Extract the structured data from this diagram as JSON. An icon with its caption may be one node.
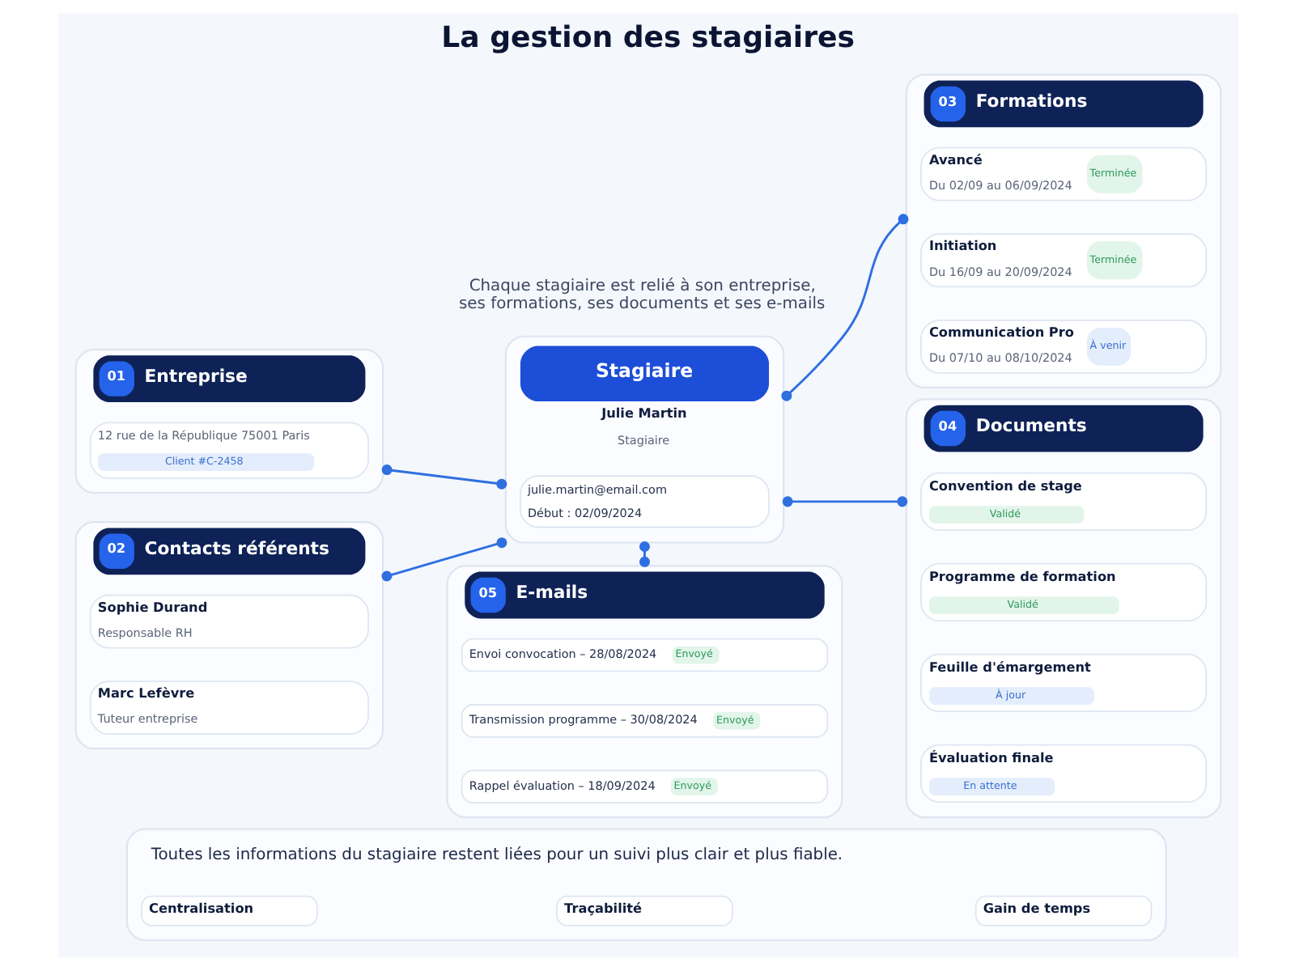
{
  "diagram": {
    "title": "La gestion des stagiaires",
    "nodes": [
      {
        "text": [
          "01",
          "Entreprise"
        ]
      },
      {
        "text": [
          "12 rue de la République 75001 Paris",
          "Client #C-2458"
        ],
        "in": 0
      },
      {
        "text": [
          "Stagiaire",
          "Julie Martin",
          "Stagiaire"
        ]
      },
      {
        "text": [
          "julie.martin@email.com",
          "Début : 02/09/2024"
        ],
        "in": 2
      },
      {
        "text": [
          "03",
          "Formations"
        ]
      },
      {
        "text": [
          "Avancé",
          "Du 02/09 au 06/09/2024",
          "Terminée"
        ],
        "in": 4
      },
      {
        "text": [
          "Initiation",
          "Du 16/09 au 20/09/2024",
          "Terminée"
        ],
        "in": 4
      },
      {
        "text": [
          "Communication Pro",
          "Du 07/10 au 08/10/2024",
          "À venir"
        ],
        "in": 4
      },
      {
        "text": [
          "02",
          "Contacts référents"
        ]
      },
      {
        "text": [
          "Sophie Durand",
          "Responsable RH"
        ],
        "in": 8
      },
      {
        "text": [
          "Marc Lefèvre",
          "Tuteur entreprise"
        ],
        "in": 8
      },
      {
        "text": [
          "04",
          "Documents"
        ]
      },
      {
        "text": [
          "Convention de stage",
          "Validé"
        ],
        "in": 11
      },
      {
        "text": [
          "Programme de formation",
          "Validé"
        ],
        "in": 11
      },
      {
        "text": [
          "Feuille d'émargement",
          "À jour"
        ],
        "in": 11
      },
      {
        "text": [
          "Évaluation finale",
          "En attente"
        ],
        "in": 11
      },
      {
        "text": [
          "05",
          "E-mails"
        ]
      },
      {
        "text": [
          "Envoi convocation – 28/08/2024",
          "Envoyé"
        ],
        "in": 16
      },
      {
        "text": [
          "Transmission programme – 30/08/2024",
          "Envoyé"
        ],
        "in": 16
      },
      {
        "text": [
          "Rappel évaluation – 18/09/2024",
          "Envoyé"
        ],
        "in": 16
      },
      {
        "text": [
          "Toutes les informations du stagiaire restent liées pour un suivi plus clair et plus fiable."
        ]
      },
      {
        "text": [
          "Centralisation"
        ],
        "in": 20
      },
      {
        "text": [
          "Traçabilité"
        ],
        "in": 20
      },
      {
        "text": [
          "Gain de temps"
        ],
        "in": 20
      }
    ],
    "edges": [
      {
        "from": 0,
        "to": 2,
        "arrow": "other"
      },
      {
        "from": 2,
        "to": 4,
        "arrow": "other"
      },
      {
        "from": 8,
        "to": 2,
        "arrow": "other"
      },
      {
        "from": 2,
        "to": 11,
        "arrow": "other"
      },
      {
        "from": 2,
        "to": 16,
        "arrow": "other"
      }
    ],
    "labels": [
      "Chaque stagiaire est relié à son entreprise, ses formations, ses documents et ses e-mails"
    ]
  }
}
